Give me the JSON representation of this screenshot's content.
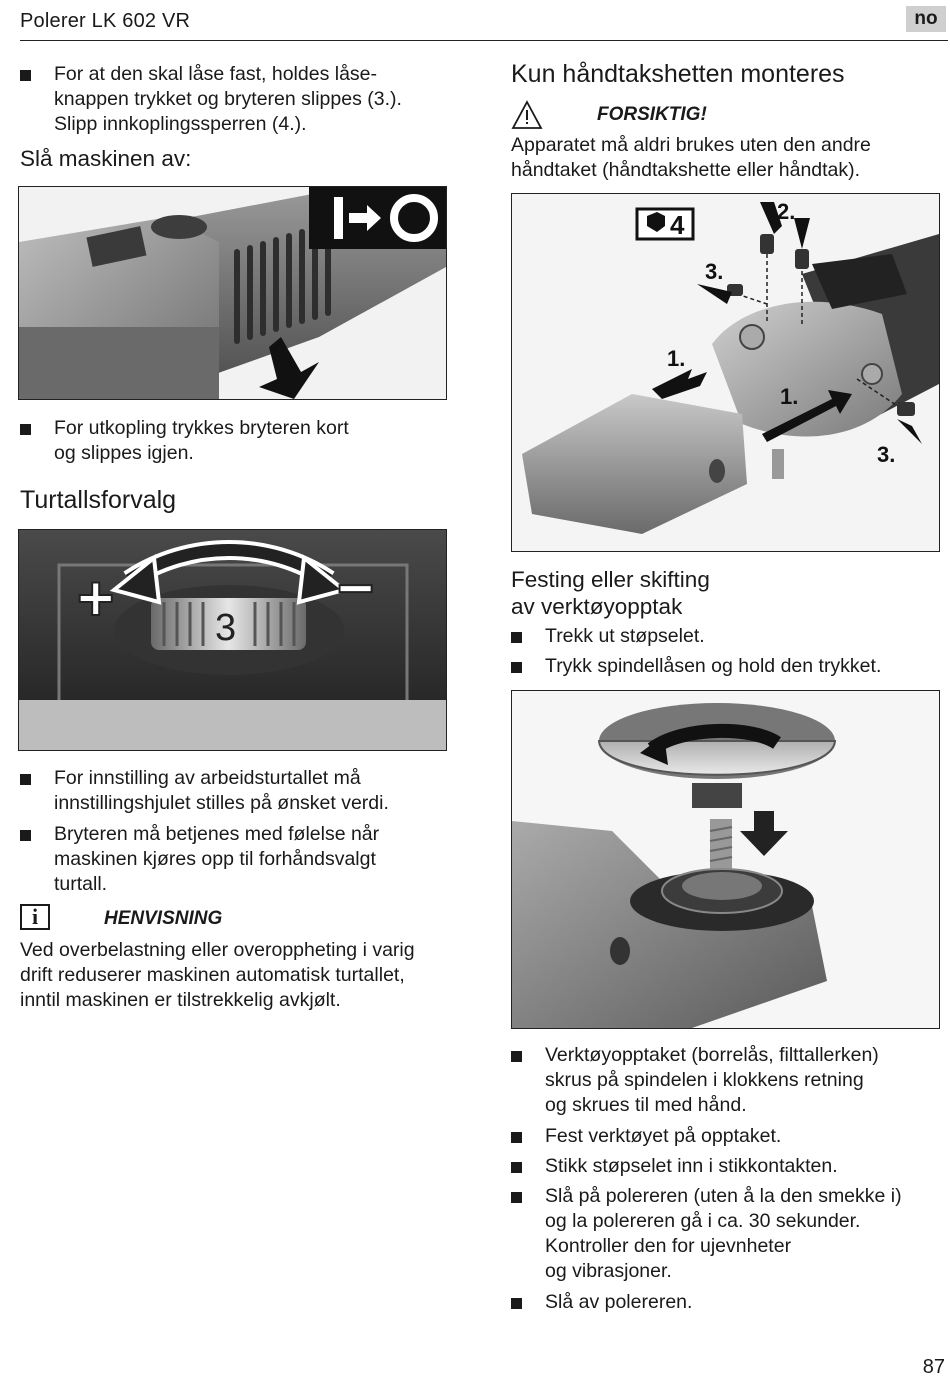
{
  "header": {
    "title": "Polerer LK 602 VR",
    "lang": "no"
  },
  "left": {
    "lock_bullet": "For at den skal låse fast, holdes låse-\nknappen trykket og bryteren slippes (3.).\nSlipp innkoplingssperren (4.).",
    "switch_off_heading": "Slå maskinen av:",
    "switch_off_icon_label": "I→O",
    "switch_off_bullet": "For utkopling trykkes bryteren kort\nog slippes igjen.",
    "speed_heading": "Turtallsforvalg",
    "dial": {
      "plus": "+",
      "minus": "−",
      "value": "3"
    },
    "speed_bullets": [
      "For innstilling av arbeidsturtallet må\ninnstillingshjulet stilles på ønsket verdi.",
      "Bryteren må betjenes med følelse når\nmaskinen kjøres opp til forhåndsvalgt\nturtall."
    ],
    "note": {
      "icon": "info-icon",
      "label": "HENVISNING",
      "text": "Ved overbelastning eller overoppheting i varig\ndrift reduserer maskinen automatisk turtallet,\ninntil maskinen er tilstrekkelig avkjølt."
    }
  },
  "right": {
    "handle_heading": "Kun håndtakshetten monteres",
    "caution": {
      "icon": "warning-triangle-icon",
      "label": "FORSIKTIG!",
      "text": "Apparatet må aldri brukes uten den andre\nhåndtaket (håndtakshette eller håndtak)."
    },
    "assembly_callouts": {
      "hex_key": "4",
      "step1a": "1.",
      "step1b": "1.",
      "step2": "2.",
      "step3a": "3.",
      "step3b": "3."
    },
    "tool_heading": "Festing eller skifting\nav verktøyopptak",
    "tool_bullets_top": [
      "Trekk ut støpselet.",
      "Trykk spindellåsen og hold den trykket."
    ],
    "tool_bullets_bottom": [
      "Verktøyopptaket (borrelås, filttallerken)\nskrus på spindelen i klokkens retning\nog skrues til med hånd.",
      "Fest verktøyet på opptaket.",
      "Stikk støpselet inn i stikkontakten.",
      "Slå på polereren (uten å la den smekke i)\nog la polereren gå i ca. 30 sekunder.\nKontroller den for ujevnheter\nog vibrasjoner.",
      "Slå av polereren."
    ]
  },
  "footer": {
    "page_number": "87"
  }
}
